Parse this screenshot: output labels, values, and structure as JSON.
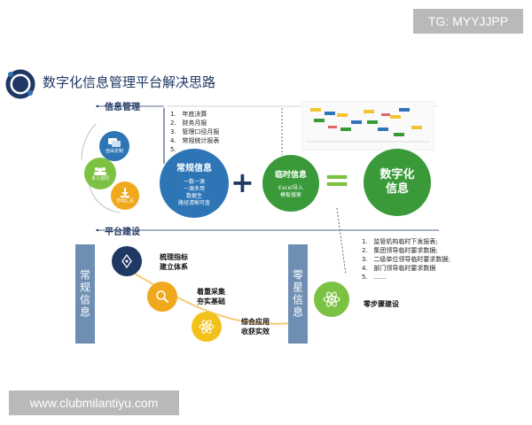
{
  "watermark_top": "TG: MYYJJPP",
  "watermark_bottom": "www.clubmilantiyu.com",
  "title": "数字化信息管理平台解决思路",
  "info_section": {
    "label": "信息管理",
    "report_list": [
      "年底决算",
      "财务月报",
      "管理口径月报",
      "常规统计报表",
      "……"
    ],
    "small_icons": [
      {
        "label": "自由定制",
        "icon": "chat-icon"
      },
      {
        "label": "多人协同",
        "icon": "people-icon"
      },
      {
        "label": "自动汇总",
        "icon": "download-icon"
      }
    ],
    "regular": {
      "title": "常规信息",
      "lines": [
        "一数一源",
        "一源多用",
        "数据生",
        "路径清晰可查"
      ]
    },
    "plus": "+",
    "temporary": {
      "title": "临时信息",
      "lines": [
        "Excel导入",
        "模板搜索"
      ]
    },
    "equals": "=",
    "result": {
      "title": "数字化",
      "subtitle": "信息"
    }
  },
  "adhoc_list": [
    "监管机构临时下发报表;",
    "集团领导临时要求数据;",
    "二级单位领导临时要求数据;",
    "部门领导临时要求数据",
    "……"
  ],
  "platform_section": {
    "label": "平台建设",
    "left_bar": "常规信息",
    "right_bar": "零星信息",
    "steps": [
      {
        "line1": "梳理指标",
        "line2": "建立体系",
        "icon": "pen-nib-icon",
        "color": "#1f3864"
      },
      {
        "line1": "着重采集",
        "line2": "夯实基础",
        "icon": "search-icon",
        "color": "#f0a81c"
      },
      {
        "line1": "综合应用",
        "line2": "收获实效",
        "icon": "atom-icon",
        "color": "#f3c21a"
      }
    ],
    "right_step": {
      "line1": "零步骤建设",
      "icon": "atom-icon",
      "color": "#7cc242"
    }
  },
  "colors": {
    "navy": "#1f3864",
    "blue": "#2e75b6",
    "green": "#3a9a3a",
    "light_green": "#7cc242",
    "orange": "#f0a81c",
    "bar": "#6e8fb3"
  }
}
